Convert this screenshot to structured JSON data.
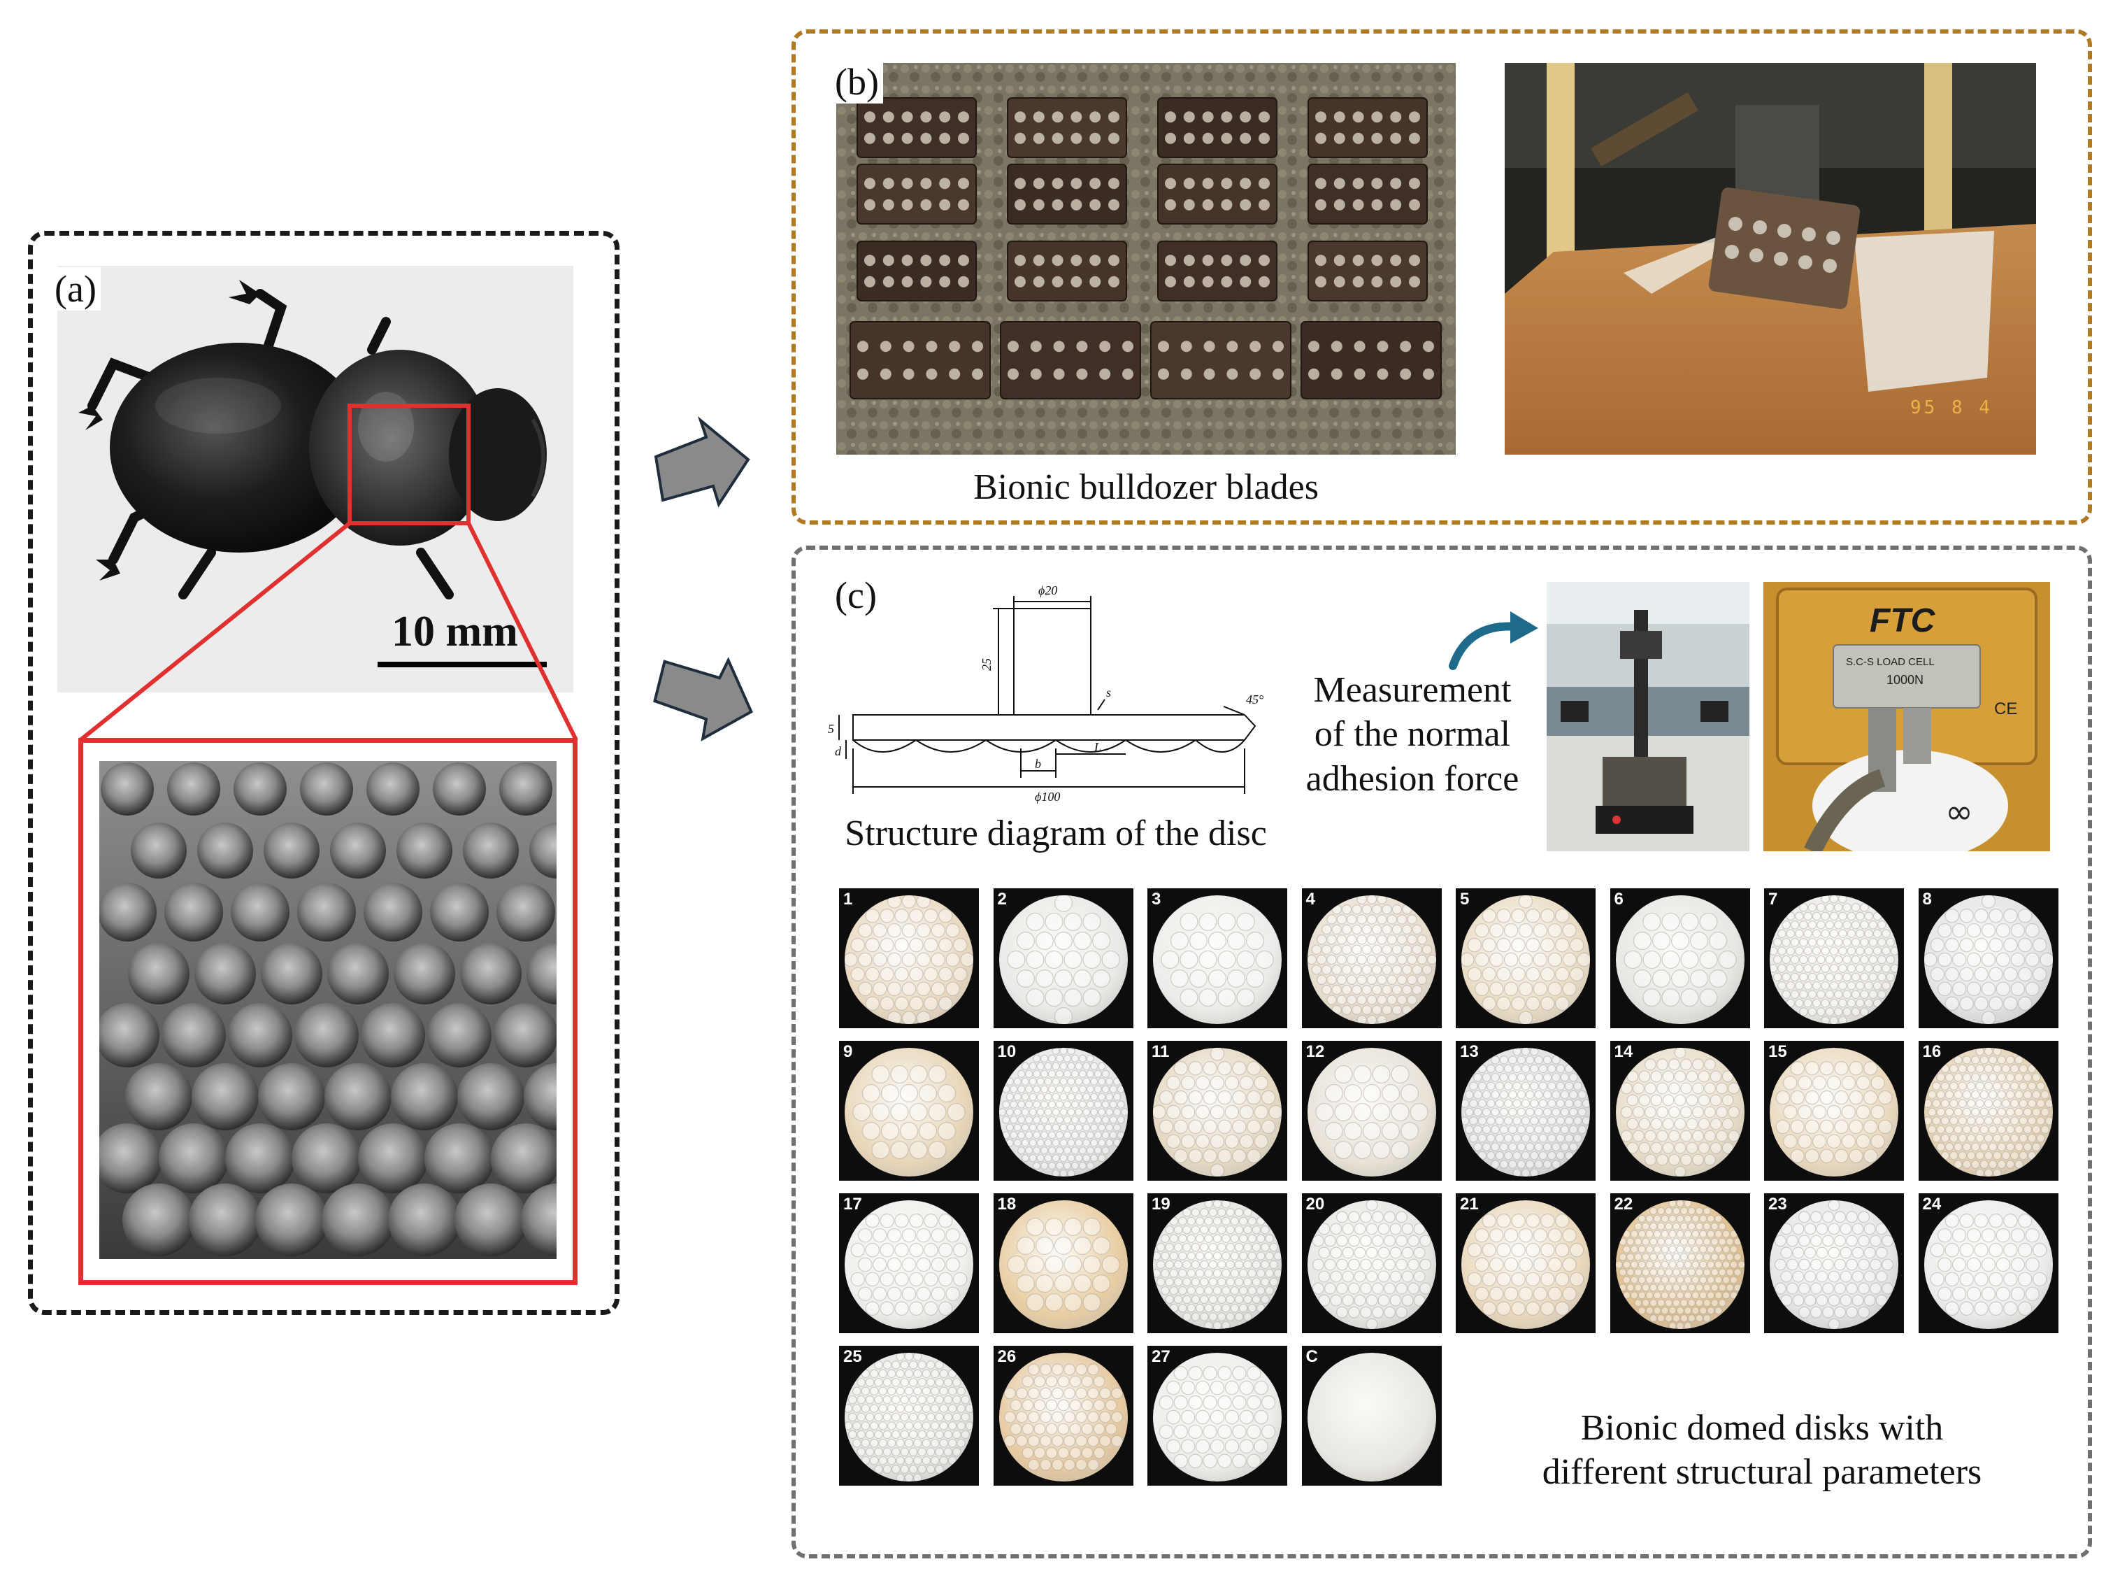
{
  "panel_a": {
    "label": "(a)",
    "scale_bar": "10 mm"
  },
  "panel_b": {
    "label": "(b)",
    "caption": "Bionic bulldozer blades",
    "photo_date": "95  8  4"
  },
  "panel_c": {
    "label": "(c)",
    "structure_caption": "Structure diagram of the disc",
    "measurement_caption": [
      "Measurement",
      "of the normal",
      "adhesion force"
    ],
    "disks_caption": [
      "Bionic domed disks with",
      "different structural parameters"
    ],
    "diagram_labels": {
      "top_dia": "ϕ20",
      "height": "25",
      "radius_s": "s",
      "angle": "45°",
      "thickness": "5",
      "d": "d",
      "b": "b",
      "L": "L",
      "bottom_dia": "ϕ100"
    },
    "instrument_labels": {
      "brand": "FTC",
      "load_cell": "S.C-S LOAD CELL",
      "capacity": "1000N",
      "ce": "CE"
    },
    "disks": [
      {
        "n": "1",
        "tone": "#ead9c0",
        "r": 14,
        "g": 4
      },
      {
        "n": "2",
        "tone": "#e9e9e7",
        "r": 24,
        "g": 3
      },
      {
        "n": "3",
        "tone": "#ececea",
        "r": 30,
        "g": 3
      },
      {
        "n": "4",
        "tone": "#e7ddcd",
        "r": 10,
        "g": 6
      },
      {
        "n": "5",
        "tone": "#eadcc3",
        "r": 20,
        "g": 4
      },
      {
        "n": "6",
        "tone": "#e6e6e2",
        "r": 32,
        "g": 3
      },
      {
        "n": "7",
        "tone": "#ebeae6",
        "r": 9,
        "g": 7
      },
      {
        "n": "8",
        "tone": "#e2e3e5",
        "r": 18,
        "g": 4
      },
      {
        "n": "9",
        "tone": "#e8d6b8",
        "r": 30,
        "g": 3
      },
      {
        "n": "10",
        "tone": "#e6e6e8",
        "r": 8,
        "g": 8
      },
      {
        "n": "11",
        "tone": "#e6d9c3",
        "r": 18,
        "g": 4
      },
      {
        "n": "12",
        "tone": "#e8e2d8",
        "r": 28,
        "g": 3
      },
      {
        "n": "13",
        "tone": "#dedfe3",
        "r": 9,
        "g": 7
      },
      {
        "n": "14",
        "tone": "#e7dcc7",
        "r": 16,
        "g": 5
      },
      {
        "n": "15",
        "tone": "#ead9bd",
        "r": 24,
        "g": 4
      },
      {
        "n": "16",
        "tone": "#e6d2b3",
        "r": 9,
        "g": 7
      },
      {
        "n": "17",
        "tone": "#efefed",
        "r": 22,
        "g": 4
      },
      {
        "n": "18",
        "tone": "#e8cda2",
        "r": 28,
        "g": 3
      },
      {
        "n": "19",
        "tone": "#e4e4e2",
        "r": 9,
        "g": 7
      },
      {
        "n": "20",
        "tone": "#e7e7e5",
        "r": 16,
        "g": 5
      },
      {
        "n": "21",
        "tone": "#ead8bb",
        "r": 24,
        "g": 4
      },
      {
        "n": "22",
        "tone": "#e0c08e",
        "r": 8,
        "g": 8
      },
      {
        "n": "23",
        "tone": "#e4e5e8",
        "r": 15,
        "g": 5
      },
      {
        "n": "24",
        "tone": "#ececec",
        "r": 24,
        "g": 4
      },
      {
        "n": "25",
        "tone": "#e6e6e4",
        "r": 10,
        "g": 7
      },
      {
        "n": "26",
        "tone": "#e6c9a0",
        "r": 18,
        "g": 5
      },
      {
        "n": "27",
        "tone": "#ededeb",
        "r": 24,
        "g": 4
      },
      {
        "n": "C",
        "tone": "#e9e7e2",
        "r": 0,
        "g": 0
      }
    ]
  }
}
